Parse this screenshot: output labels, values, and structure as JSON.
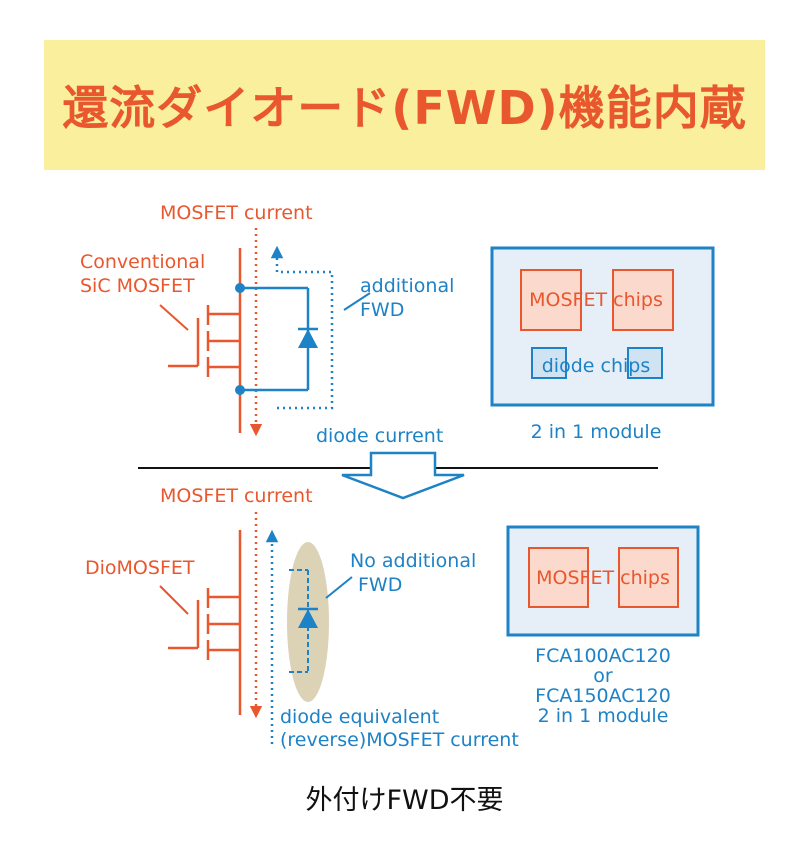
{
  "title": "還流ダイオード(FWD)機能内蔵",
  "top": {
    "mosfet_current": "MOSFET current",
    "device_label_1": "Conventional",
    "device_label_2": "SiC MOSFET",
    "fwd_label_1": "additional",
    "fwd_label_2": "FWD",
    "diode_current": "diode current",
    "module_chips": "MOSFET chips",
    "module_diodes": "diode chips",
    "module_caption": "2 in 1 module"
  },
  "bottom": {
    "mosfet_current": "MOSFET current",
    "device_label": "DioMOSFET",
    "fwd_label_1": "No additional",
    "fwd_label_2": "FWD",
    "reverse_label_1": "diode equivalent",
    "reverse_label_2": "(reverse)MOSFET current",
    "module_chips": "MOSFET chips",
    "module_caption_1": "FCA100AC120",
    "module_caption_2": "or",
    "module_caption_3": "FCA150AC120",
    "module_caption_4": "2 in 1 module"
  },
  "footer": "外付けFWD不要",
  "colors": {
    "banner_bg": "#f9ef9d",
    "title_text": "#e8572d",
    "red": "#e8572d",
    "blue": "#1d82c6",
    "chip_fill": "#fbd9cc",
    "diode_chip_fill": "#cfe3f2",
    "module_fill": "#e6eff8",
    "ellipse_fill": "#dcd2b6"
  }
}
